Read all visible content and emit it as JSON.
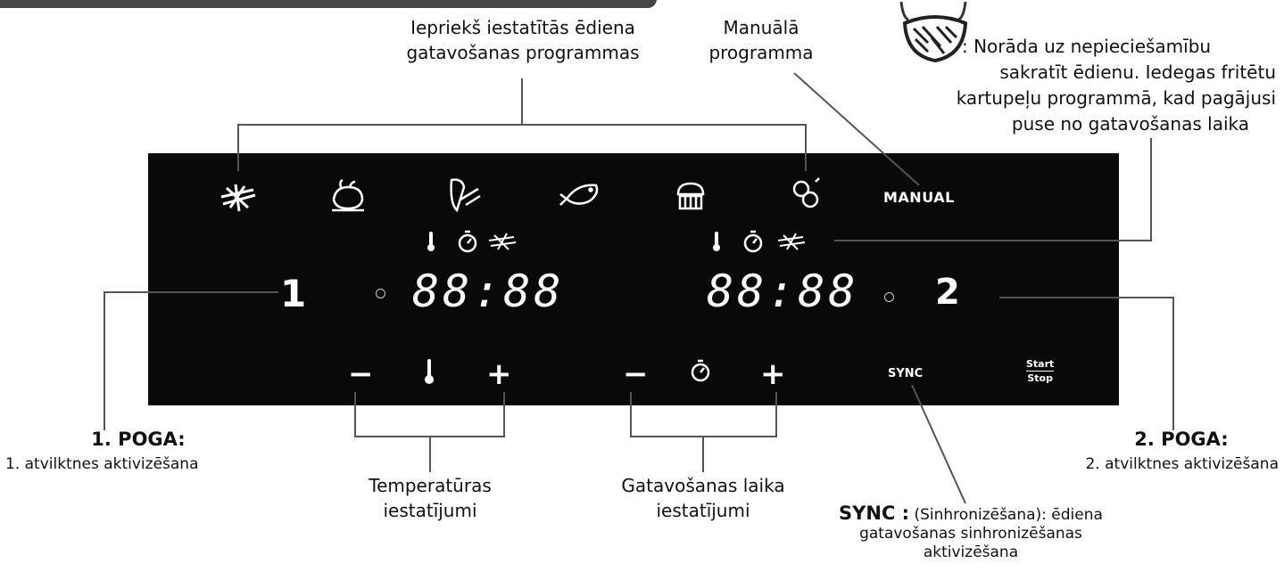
{
  "labels": {
    "preset_line1": "Iepriekš iestatītās ēdiena",
    "preset_line2": "gatavošanas programmas",
    "manual_line1": "Manuālā",
    "manual_line2": "programma",
    "shake_line1": ": Norāda uz nepieciešamību",
    "shake_line2": "sakratīt ēdienu. Iedegas fritētu",
    "shake_line3": "kartupeļu programmā, kad pagājusi",
    "shake_line4": "puse no gatavošanas laika",
    "btn1_title": "1. POGA:",
    "btn1_desc": "1. atvilktnes aktivizēšana",
    "btn2_title": "2. POGA:",
    "btn2_desc": "2. atvilktnes aktivizēšana",
    "temp_line1": "Temperatūras",
    "temp_line2": "iestatījumi",
    "time_line1": "Gatavošanas laika",
    "time_line2": "iestatījumi",
    "sync_title": "SYNC :",
    "sync_line1": "(Sinhronizēšana): ēdiena",
    "sync_line2": "gatavošanas sinhronizēšanas",
    "sync_line3": "aktivizēšana"
  },
  "panel": {
    "btn1": "1",
    "btn2": "2",
    "display_left": "88:88",
    "display_right": "88:88",
    "manual": "MANUAL",
    "sync": "SYNC",
    "start": "Start",
    "stop": "Stop",
    "minus": "−",
    "plus": "+"
  },
  "colors": {
    "panel": "#090909",
    "line": "#555555",
    "text": "#111111"
  }
}
